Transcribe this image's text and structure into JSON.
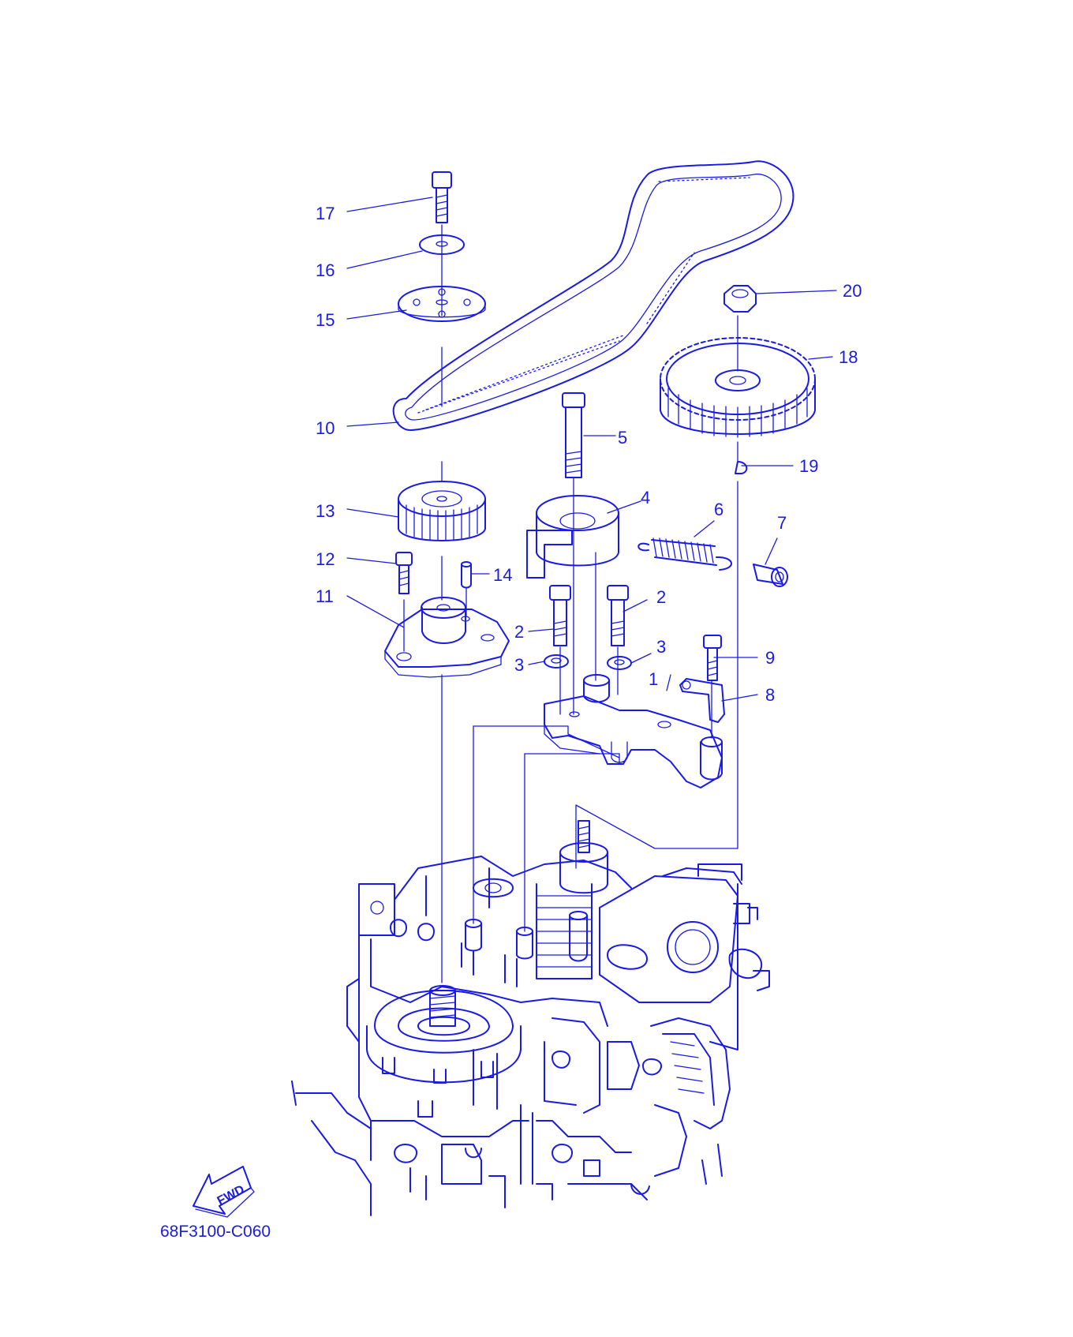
{
  "diagram": {
    "part_labels": [
      "1",
      "2",
      "2",
      "3",
      "3",
      "4",
      "5",
      "6",
      "7",
      "8",
      "9",
      "10",
      "11",
      "12",
      "13",
      "14",
      "15",
      "16",
      "17",
      "18",
      "19",
      "20"
    ],
    "fwd_label": "FWD",
    "drawing_code": "68F3100-C060",
    "ink_color": "#1a1ae6"
  }
}
